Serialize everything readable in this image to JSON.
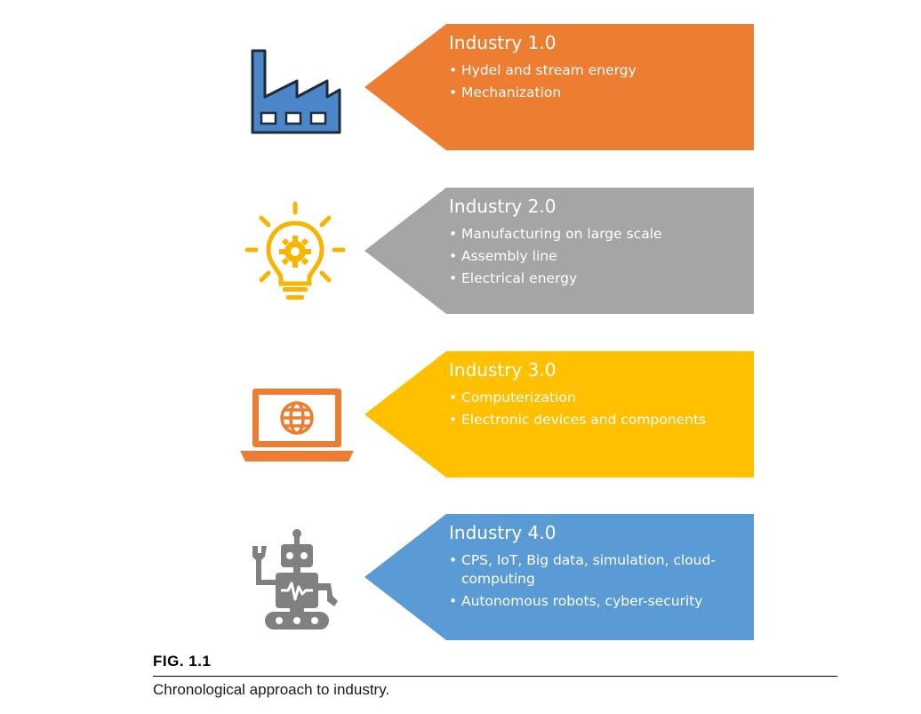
{
  "figure": {
    "label": "FIG. 1.1",
    "caption": "Chronological approach to industry."
  },
  "stages": [
    {
      "title": "Industry 1.0",
      "color": "#ED7D31",
      "icon": "factory-icon",
      "icon_color": "#4A86C8",
      "points": [
        "Hydel  and stream energy",
        "Mechanization"
      ]
    },
    {
      "title": "Industry 2.0",
      "color": "#A5A5A5",
      "icon": "lightbulb-gear-icon",
      "icon_color": "#F7B500",
      "points": [
        "Manufacturing on large scale",
        "Assembly line",
        "Electrical energy"
      ]
    },
    {
      "title": "Industry 3.0",
      "color": "#FFC000",
      "icon": "laptop-globe-icon",
      "icon_color": "#ED7D31",
      "points": [
        "Computerization",
        "Electronic devices and components"
      ]
    },
    {
      "title": "Industry 4.0",
      "color": "#5B9BD5",
      "icon": "robot-icon",
      "icon_color": "#808080",
      "points": [
        "CPS, IoT, Big data, simulation, cloud-computing",
        "Autonomous  robots, cyber-security"
      ]
    }
  ]
}
